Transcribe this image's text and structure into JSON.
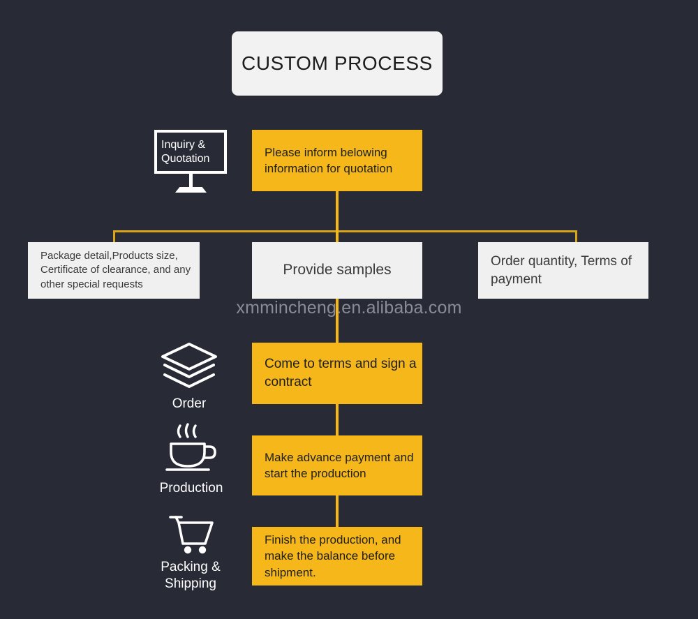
{
  "page": {
    "background_color": "#282a35",
    "accent_color": "#f5b71a",
    "light_box_color": "#f0f0f0",
    "connector_color": "#d8a51c"
  },
  "title": {
    "text": "CUSTOM PROCESS"
  },
  "watermark": {
    "text": "xmmincheng.en.alibaba.com"
  },
  "monitor": {
    "line1": "Inquiry &",
    "line2": "Quotation",
    "icon": "monitor-icon"
  },
  "stages": [
    {
      "id": "order",
      "icon": "layers-icon",
      "label": "Order"
    },
    {
      "id": "production",
      "icon": "coffee-cup-icon",
      "label": "Production"
    },
    {
      "id": "packing-shipping",
      "icon": "shopping-cart-icon",
      "label": "Packing &\nShipping"
    }
  ],
  "nodes": {
    "quotation": {
      "text": "Please inform belowing information for quotation",
      "style": "amber"
    },
    "requirements": {
      "text": "Package detail,Products size, Certificate of clearance, and any other special requests",
      "style": "light"
    },
    "samples": {
      "text": "Provide samples",
      "style": "light"
    },
    "order_terms": {
      "text": "Order quantity, Terms of payment",
      "style": "light"
    },
    "contract": {
      "text": "Come to terms and sign a contract",
      "style": "amber"
    },
    "advance_payment": {
      "text": "Make advance payment and start the production",
      "style": "amber"
    },
    "finish": {
      "text": "Finish the production, and make the balance before shipment.",
      "style": "amber"
    }
  }
}
